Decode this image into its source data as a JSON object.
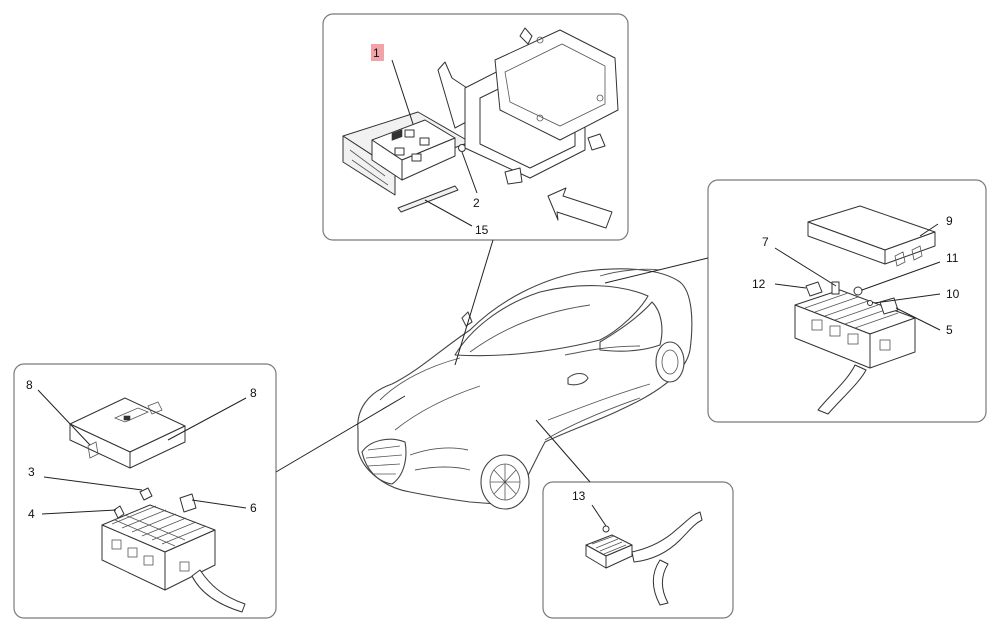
{
  "diagram": {
    "top_panel": {
      "callouts": [
        "1",
        "2",
        "15"
      ]
    },
    "right_panel": {
      "callouts": [
        "9",
        "7",
        "11",
        "12",
        "10",
        "5"
      ]
    },
    "left_panel": {
      "callouts": [
        "8",
        "8",
        "3",
        "4",
        "6"
      ]
    },
    "bottom_panel": {
      "callouts": [
        "13"
      ]
    },
    "colors": {
      "highlight": "#f2a3a8",
      "panel_border": "#7a7a7a",
      "line": "#222222"
    }
  }
}
